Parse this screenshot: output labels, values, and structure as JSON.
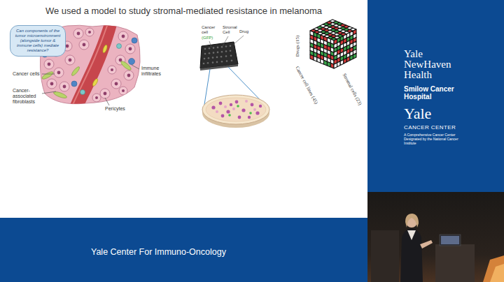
{
  "diagram": {
    "title": "We used a model to study stromal-mediated resistance in melanoma",
    "nodes": [
      {
        "text": [
          "Can components of the tumor microenvironment (alongside tumor & immune cells) mediate resistance?"
        ]
      },
      {
        "text": [
          "Yale NewHaven Health",
          "Smilow Cancer Hospital",
          "Yale",
          "CANCER CENTER",
          "A Comprehensive Cancer Center Designated by the National Cancer Institute"
        ]
      },
      {
        "text": [
          "Yale Center For Immuno-Oncology"
        ]
      }
    ],
    "labels": [
      "Cancer cells",
      "Cancer-associated fibroblasts",
      "Immune infiltrates",
      "Pericytes",
      "Cancer cell",
      "(GFP)",
      "Stromal Cell",
      "Drug",
      "Drugs (15)",
      "Cancer cell lines (45)",
      "Stromal cells (23)"
    ]
  }
}
